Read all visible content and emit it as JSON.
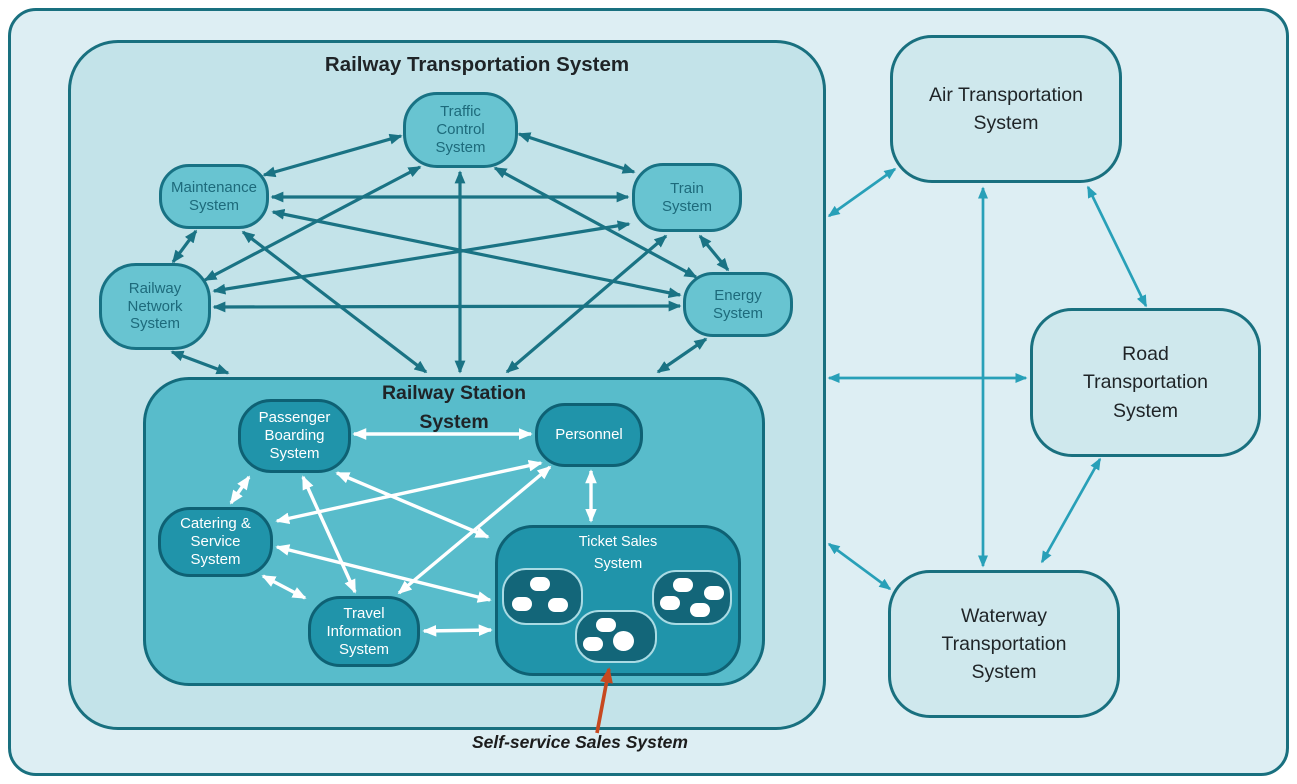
{
  "railway": {
    "title": "Railway Transportation System",
    "nodes": [
      {
        "id": "traffic-control",
        "label": "Traffic\nControl\nSystem"
      },
      {
        "id": "maintenance",
        "label": "Maintenance\nSystem"
      },
      {
        "id": "train",
        "label": "Train\nSystem"
      },
      {
        "id": "railway-network",
        "label": "Railway\nNetwork\nSystem"
      },
      {
        "id": "energy",
        "label": "Energy\nSystem"
      }
    ]
  },
  "station": {
    "title": "Railway Station\nSystem",
    "nodes": [
      {
        "id": "passenger-boarding",
        "label": "Passenger\nBoarding\nSystem"
      },
      {
        "id": "personnel",
        "label": "Personnel"
      },
      {
        "id": "catering-service",
        "label": "Catering &\nService\nSystem"
      },
      {
        "id": "travel-information",
        "label": "Travel\nInformation\nSystem"
      }
    ],
    "ticket_sales": {
      "id": "ticket-sales",
      "label": "Ticket Sales\nSystem"
    }
  },
  "external_systems": [
    {
      "id": "air",
      "label": "Air Transportation\nSystem"
    },
    {
      "id": "road",
      "label": "Road\nTransportation\nSystem"
    },
    {
      "id": "waterway",
      "label": "Waterway\nTransportation\nSystem"
    }
  ],
  "annotation": {
    "label": "Self-service Sales System"
  },
  "edges": [
    {
      "from": "traffic-control",
      "to": "maintenance",
      "group": "railway-mesh",
      "heads": "both"
    },
    {
      "from": "traffic-control",
      "to": "train",
      "group": "railway-mesh",
      "heads": "both"
    },
    {
      "from": "traffic-control",
      "to": "railway-network",
      "group": "railway-mesh",
      "heads": "both"
    },
    {
      "from": "traffic-control",
      "to": "energy",
      "group": "railway-mesh",
      "heads": "both"
    },
    {
      "from": "traffic-control",
      "to": "railway-station",
      "group": "railway-mesh",
      "heads": "both"
    },
    {
      "from": "maintenance",
      "to": "train",
      "group": "railway-mesh",
      "heads": "both"
    },
    {
      "from": "maintenance",
      "to": "railway-network",
      "group": "railway-mesh",
      "heads": "both"
    },
    {
      "from": "maintenance",
      "to": "energy",
      "group": "railway-mesh",
      "heads": "both"
    },
    {
      "from": "maintenance",
      "to": "railway-station",
      "group": "railway-mesh",
      "heads": "both"
    },
    {
      "from": "train",
      "to": "railway-network",
      "group": "railway-mesh",
      "heads": "both"
    },
    {
      "from": "train",
      "to": "energy",
      "group": "railway-mesh",
      "heads": "both"
    },
    {
      "from": "train",
      "to": "railway-station",
      "group": "railway-mesh",
      "heads": "both"
    },
    {
      "from": "railway-network",
      "to": "energy",
      "group": "railway-mesh",
      "heads": "both"
    },
    {
      "from": "railway-network",
      "to": "railway-station",
      "group": "railway-mesh",
      "heads": "both"
    },
    {
      "from": "energy",
      "to": "railway-station",
      "group": "railway-mesh",
      "heads": "both"
    },
    {
      "from": "passenger-boarding",
      "to": "personnel",
      "group": "station-mesh",
      "heads": "both"
    },
    {
      "from": "passenger-boarding",
      "to": "catering-service",
      "group": "station-mesh",
      "heads": "both"
    },
    {
      "from": "passenger-boarding",
      "to": "travel-information",
      "group": "station-mesh",
      "heads": "both"
    },
    {
      "from": "passenger-boarding",
      "to": "ticket-sales",
      "group": "station-mesh",
      "heads": "both"
    },
    {
      "from": "personnel",
      "to": "catering-service",
      "group": "station-mesh",
      "heads": "both"
    },
    {
      "from": "personnel",
      "to": "travel-information",
      "group": "station-mesh",
      "heads": "both"
    },
    {
      "from": "personnel",
      "to": "ticket-sales",
      "group": "station-mesh",
      "heads": "both"
    },
    {
      "from": "catering-service",
      "to": "travel-information",
      "group": "station-mesh",
      "heads": "both"
    },
    {
      "from": "catering-service",
      "to": "ticket-sales",
      "group": "station-mesh",
      "heads": "both"
    },
    {
      "from": "travel-information",
      "to": "ticket-sales",
      "group": "station-mesh",
      "heads": "both"
    },
    {
      "from": "railway-transportation",
      "to": "air",
      "group": "intermodal",
      "heads": "both"
    },
    {
      "from": "railway-transportation",
      "to": "road",
      "group": "intermodal",
      "heads": "both"
    },
    {
      "from": "railway-transportation",
      "to": "waterway",
      "group": "intermodal",
      "heads": "both"
    },
    {
      "from": "air",
      "to": "road",
      "group": "intermodal",
      "heads": "both"
    },
    {
      "from": "air",
      "to": "waterway",
      "group": "intermodal",
      "heads": "both"
    },
    {
      "from": "road",
      "to": "waterway",
      "group": "intermodal",
      "heads": "both"
    },
    {
      "from": "self-service-label",
      "to": "self-service-system",
      "group": "annotation",
      "heads": "end"
    }
  ],
  "colors": {
    "page_background": "#ffffff",
    "outer_fill": "#ddeef3",
    "outer_border": "#19707f",
    "railway_fill": "#c3e3e9",
    "station_fill": "#58bccb",
    "outer_node_fill": "#68c4d1",
    "outer_node_border": "#187284",
    "outer_node_text": "#1d6a7b",
    "inner_node_fill": "#2094aa",
    "inner_node_border": "#0e6174",
    "cluster_fill": "#136679",
    "cluster_border": "#a9dbe4",
    "external_fill": "#cfe8ed",
    "title_text": "#1f2427",
    "railway_arrow": "#1a7384",
    "station_arrow": "#ffffff",
    "intermodal_arrow": "#28a0b8",
    "annotation_arrow": "#c7481f"
  }
}
